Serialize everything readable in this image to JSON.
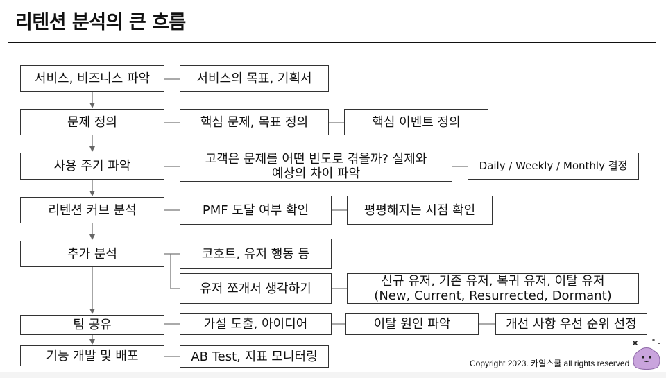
{
  "title": "리텐션 분석의 큰 흐름",
  "copyright": "Copyright 2023. 카일스쿨 all rights reserved",
  "steps": [
    {
      "label": "서비스, 비즈니스 파악"
    },
    {
      "label": "문제 정의"
    },
    {
      "label": "사용 주기 파악"
    },
    {
      "label": "리텐션 커브 분석"
    },
    {
      "label": "추가 분석"
    },
    {
      "label": "팀 공유"
    },
    {
      "label": "기능 개발 및 배포"
    }
  ],
  "details": {
    "service_goal": "서비스의 목표, 기획서",
    "core_problem": "핵심 문제, 목표 정의",
    "core_event": "핵심 이벤트 정의",
    "cycle_question": "고객은 문제를 어떤 빈도로 겪을까? 실제와\n예상의 차이 파악",
    "cycle_options": "Daily / Weekly / Monthly 결정",
    "pmf": "PMF 도달 여부 확인",
    "flatten_point": "평평해지는 시점 확인",
    "cohort": "코호트, 유저 행동 등",
    "segment": "유저 쪼개서 생각하기",
    "user_types": "신규 유저, 기존 유저, 복귀 유저, 이탈 유저\n(New, Current, Resurrected, Dormant)",
    "hypothesis": "가설 도출, 아이디어",
    "churn_cause": "이탈 원인 파악",
    "priority": "개선 사항 우선 순위 선정",
    "ab_test": "AB Test, 지표 모니터링"
  }
}
